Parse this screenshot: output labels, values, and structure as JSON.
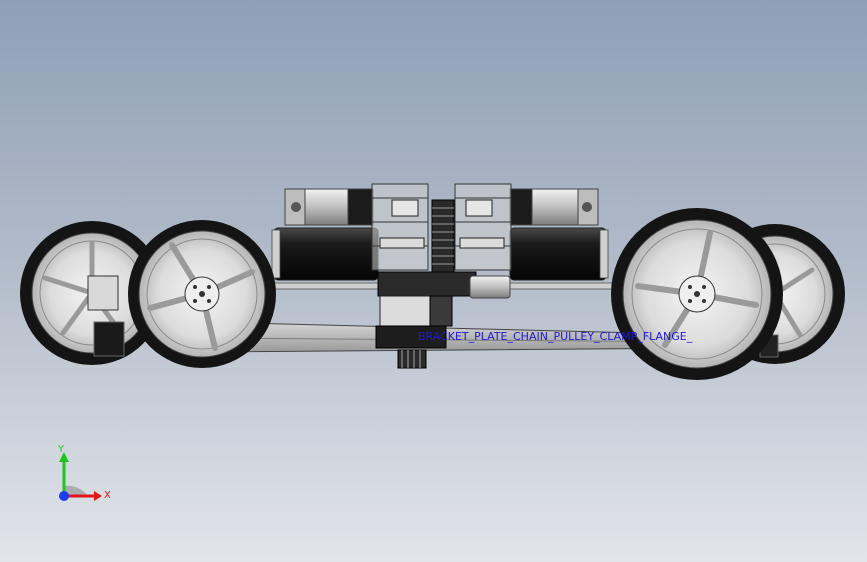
{
  "viewport": {
    "colors": {
      "tire": "#151515",
      "rim": "#d9d9d9",
      "hub": "#f1f1f1",
      "motor_body": "#141414",
      "metal": "#c9c9c9",
      "annotation": "#1b1bd6",
      "axis_x": "#e01818",
      "axis_y": "#1ec51e",
      "axis_z": "#1a3df0"
    }
  },
  "annotation": {
    "text": "BRACKET_PLATE_CHAIN_PULLEY_CLAMP_FLANGE_1"
  },
  "triad": {
    "x_label": "X",
    "y_label": "Y"
  }
}
